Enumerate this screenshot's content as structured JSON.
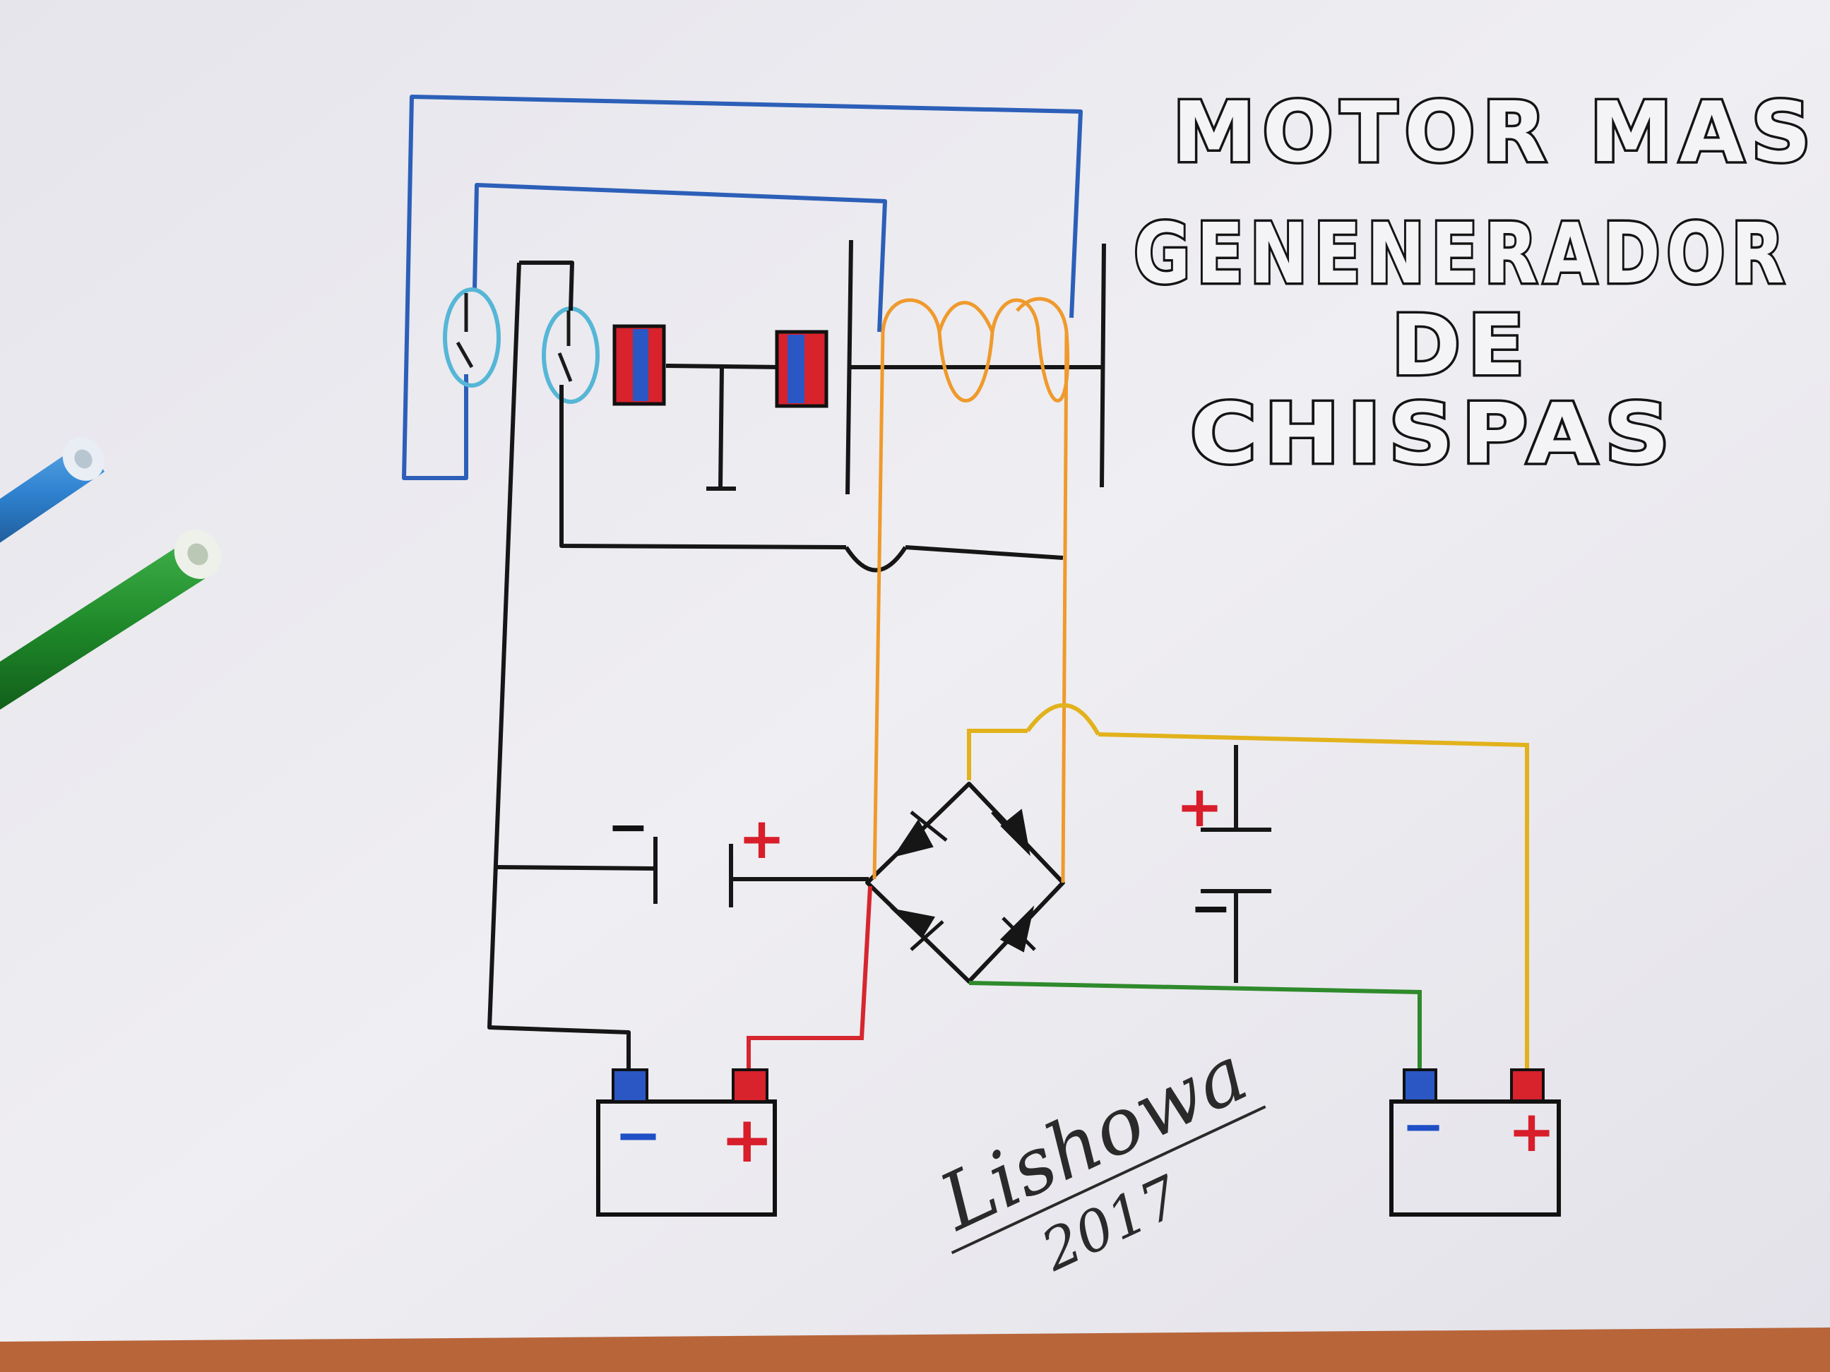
{
  "image": {
    "description_free": true
  },
  "title": {
    "line1": "MOTOR MAS",
    "line2": "GENENERADOR",
    "line3": "DE",
    "line4": "CHISPAS"
  },
  "signature": {
    "name": "Lishowa",
    "year": "2017"
  },
  "symbols": {
    "plus": "+",
    "minus": "−"
  },
  "colors": {
    "paper": "#ecebf0",
    "wall": "#b8653a",
    "wire_black": "#161616",
    "wire_blue": "#2c5fb8",
    "wire_orange": "#ef9a2c",
    "wire_red": "#d6262e",
    "wire_green": "#2f8a2c",
    "wire_yellow": "#e2b21c",
    "reed_cyan": "#56b6d6",
    "terminal_blue": "#2a57c4",
    "terminal_red": "#d8222c",
    "pen_blue": "#2f82cf",
    "pen_green": "#1f8a2a"
  }
}
